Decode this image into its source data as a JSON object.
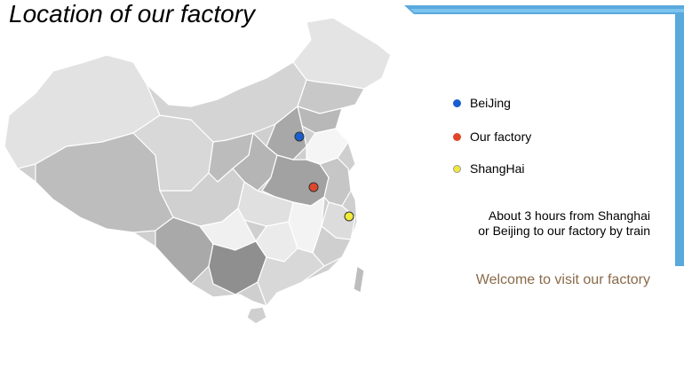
{
  "title": "Location of our factory",
  "legend": [
    {
      "label": "BeiJing",
      "color": "#1a5fd0"
    },
    {
      "label": "Our factory",
      "color": "#e0472a"
    },
    {
      "label": "ShangHai",
      "color": "#f2ea3a"
    }
  ],
  "note": {
    "line1": "About 3 hours from Shanghai",
    "line2": "or Beijing to our factory by train"
  },
  "welcome": "Welcome to visit our factory",
  "colors": {
    "accent_blue": "#3c9ad6",
    "welcome_text": "#8a6a4a"
  }
}
